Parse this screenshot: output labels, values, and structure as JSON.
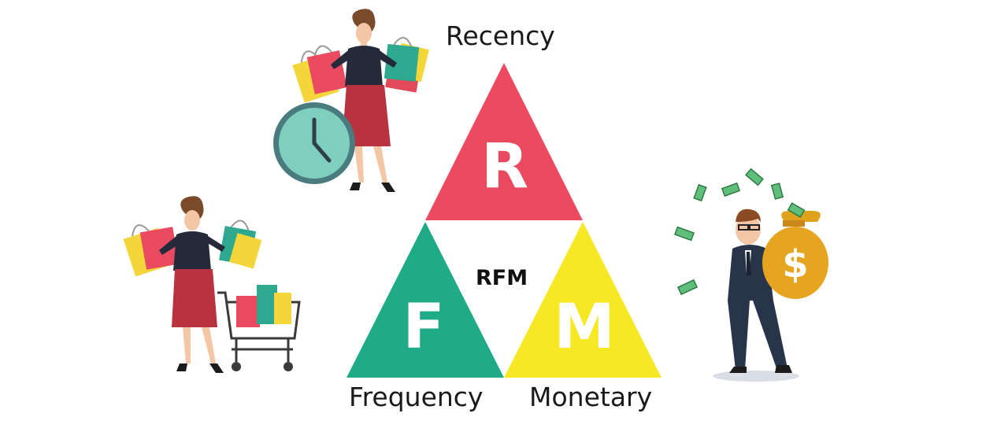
{
  "diagram": {
    "top_label": "Recency",
    "left_label": "Frequency",
    "right_label": "Monetary",
    "center_label": "RFM",
    "top_letter": "R",
    "left_letter": "F",
    "right_letter": "M",
    "colors": {
      "recency": "#ea4a5f",
      "frequency": "#1faa88",
      "monetary": "#f7e826"
    },
    "icons": [
      "shopper-with-bags",
      "clock-icon",
      "shopper-with-cart",
      "businessman-with-money-bag",
      "dollar-icon",
      "banknote-icon"
    ]
  }
}
